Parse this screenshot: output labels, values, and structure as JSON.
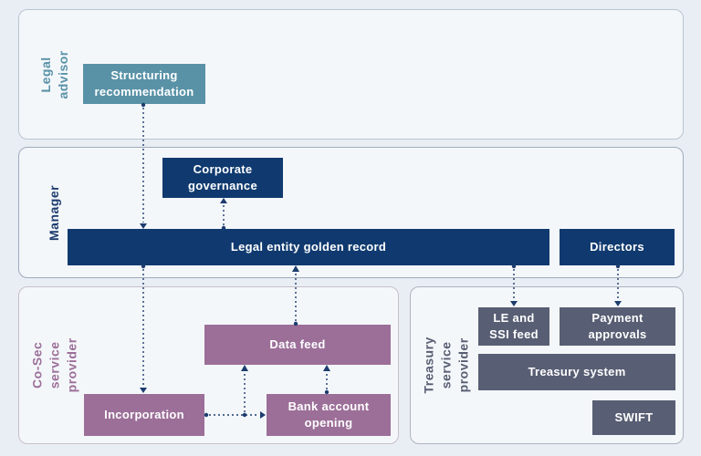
{
  "diagram_title": "",
  "colors": {
    "background": "#e9eef4",
    "lane_fill": "#f4f7fa",
    "teal": "#5992a7",
    "navy": "#103a6f",
    "mauve": "#9c6f99",
    "slate": "#585e73",
    "arrow": "#1d3c6e"
  },
  "lanes": [
    {
      "id": "legal-advisor",
      "label": "Legal advisor",
      "color": "#5992a7"
    },
    {
      "id": "manager",
      "label": "Manager",
      "color": "#1d3c6e"
    },
    {
      "id": "cosec",
      "label": "Co-Sec service\nprovider",
      "color": "#9c6f99"
    },
    {
      "id": "treasury",
      "label": "Treasury\nservice provider",
      "color": "#585e73"
    }
  ],
  "nodes": {
    "structuring": {
      "label": "Structuring\nrecommendation",
      "lane": "legal-advisor",
      "color": "#5992a7"
    },
    "corporate_governance": {
      "label": "Corporate\ngovernance",
      "lane": "manager",
      "color": "#103a6f"
    },
    "golden_record": {
      "label": "Legal entity golden record",
      "lane": "manager",
      "color": "#103a6f"
    },
    "directors": {
      "label": "Directors",
      "lane": "manager",
      "color": "#103a6f"
    },
    "data_feed": {
      "label": "Data feed",
      "lane": "cosec",
      "color": "#9c6f99"
    },
    "incorporation": {
      "label": "Incorporation",
      "lane": "cosec",
      "color": "#9c6f99"
    },
    "bank_account": {
      "label": "Bank account\nopening",
      "lane": "cosec",
      "color": "#9c6f99"
    },
    "le_ssi": {
      "label": "LE and\nSSI feed",
      "lane": "treasury",
      "color": "#585e73"
    },
    "payment_approvals": {
      "label": "Payment\napprovals",
      "lane": "treasury",
      "color": "#585e73"
    },
    "treasury_system": {
      "label": "Treasury system",
      "lane": "treasury",
      "color": "#585e73"
    },
    "swift": {
      "label": "SWIFT",
      "lane": "treasury",
      "color": "#585e73"
    }
  },
  "connectors": [
    {
      "from": "structuring",
      "to": "golden_record",
      "style": "dashed-arrow"
    },
    {
      "from": "golden_record",
      "to": "corporate_governance",
      "style": "dashed-arrow"
    },
    {
      "from": "golden_record",
      "to": "incorporation",
      "style": "dashed-arrow"
    },
    {
      "from": "data_feed",
      "to": "golden_record",
      "style": "dashed-arrow"
    },
    {
      "from": "golden_record",
      "to": "le_ssi",
      "style": "dashed-arrow"
    },
    {
      "from": "directors",
      "to": "payment_approvals",
      "style": "dashed-arrow"
    },
    {
      "from": "incorporation",
      "to": "bank_account",
      "style": "dashed-arrow"
    },
    {
      "from": "incorporation",
      "to": "data_feed",
      "style": "dashed-arrow"
    },
    {
      "from": "bank_account",
      "to": "data_feed",
      "style": "dashed-arrow"
    }
  ]
}
